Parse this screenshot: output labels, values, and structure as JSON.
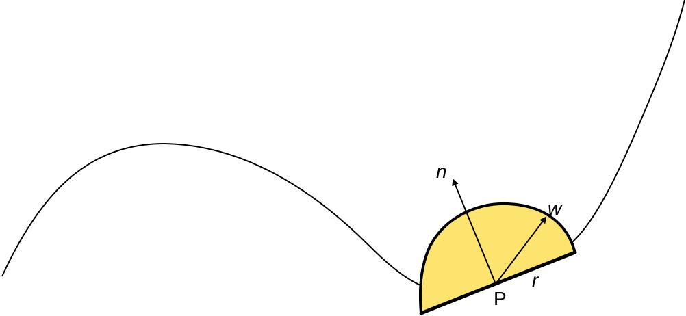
{
  "labels": {
    "normal": "n",
    "direction": "w",
    "radius": "r",
    "point": "P"
  },
  "colors": {
    "hemisphere_fill": "#FCE46F",
    "stroke": "#000000",
    "background": "#FFFFFF"
  }
}
